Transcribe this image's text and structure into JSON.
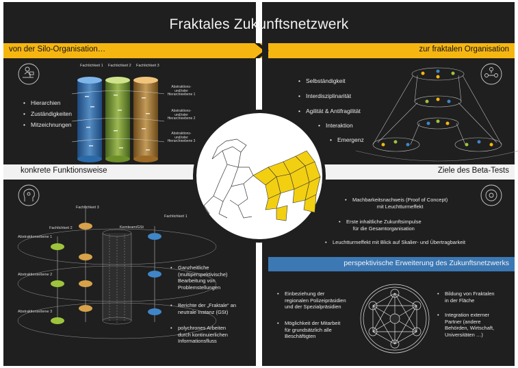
{
  "title": "Fraktales Zukunftsnetzwerk",
  "bands": {
    "top_left": "von der Silo-Organisation…",
    "top_right": "zur fraktalen Organisation",
    "mid_left": "konkrete Funktionsweise",
    "mid_right": "Ziele des Beta-Tests",
    "bottom_right": "perspektivische Erweiterung des Zukunftsnetzwerks"
  },
  "silo": {
    "bullets": [
      "Hierarchien",
      "Zuständigkeiten",
      "Mitzeichnungen"
    ],
    "columns": [
      "Fachlichkeit 1",
      "Fachlichkeit 2",
      "Fachlichkeit 3"
    ],
    "levels": [
      "Abstraktions-\nund/oder\nHierarchieebene 1",
      "Abstraktions-\nund/oder\nHierarchieebene 2",
      "Abstraktions-\nund/oder\nHierarchieebene 3"
    ]
  },
  "fractal": {
    "bullets": [
      "Selbständigkeit",
      "Interdisziplinarität",
      "Agilität & Antifragilität",
      "Interaktion",
      "Emergenz"
    ]
  },
  "function": {
    "top_labels": [
      "Fachlichkeit 3",
      "Fachlichkeit 2",
      "Kernteam/GSt",
      "Fachlichkeit 1"
    ],
    "levels": [
      "Abstraktionsebene 1",
      "Abstraktionsebene 2",
      "Abstraktionsebene 3"
    ],
    "bullets": [
      "Ganzheitliche\n(multiperspektivische)\nBearbeitung von\nProblemstellungen",
      "Berichte der „Fraktale“ an\nneutrale Instanz (GSt)",
      "polychrones Arbeiten\ndurch kontinuierlichen\nInformationsfluss"
    ]
  },
  "goals": {
    "bullets": [
      "Machbarkeitsnachweis (Proof of Concept)\nmit Leuchtturmeffekt",
      "Erste inhaltliche Zukunftsimpulse\nfür die Gesamtorganisation",
      "Leuchtturmeffekt mit Blick auf Skalier- und Übertragbarkeit"
    ]
  },
  "expansion": {
    "left": [
      "Einbeziehung der\nregionalen Polizeipräsidien\nund der Spezialpräsidien",
      "Möglichkeit der Mitarbeit\nfür grundsätzlich alle\nBeschäftigten"
    ],
    "right": [
      "Bildung von Fraktalen\nin der Fläche",
      "Integration externer\nPartner (andere\nBehörden, Wirtschaft,\nUniversitäten …)"
    ]
  },
  "colors": {
    "panel": "#1f1f1f",
    "yellow": "#f6b612",
    "blue": "#3c78b4",
    "green": "#9ec43c",
    "tan": "#d7a24a",
    "light_blue": "#3f86c8"
  }
}
